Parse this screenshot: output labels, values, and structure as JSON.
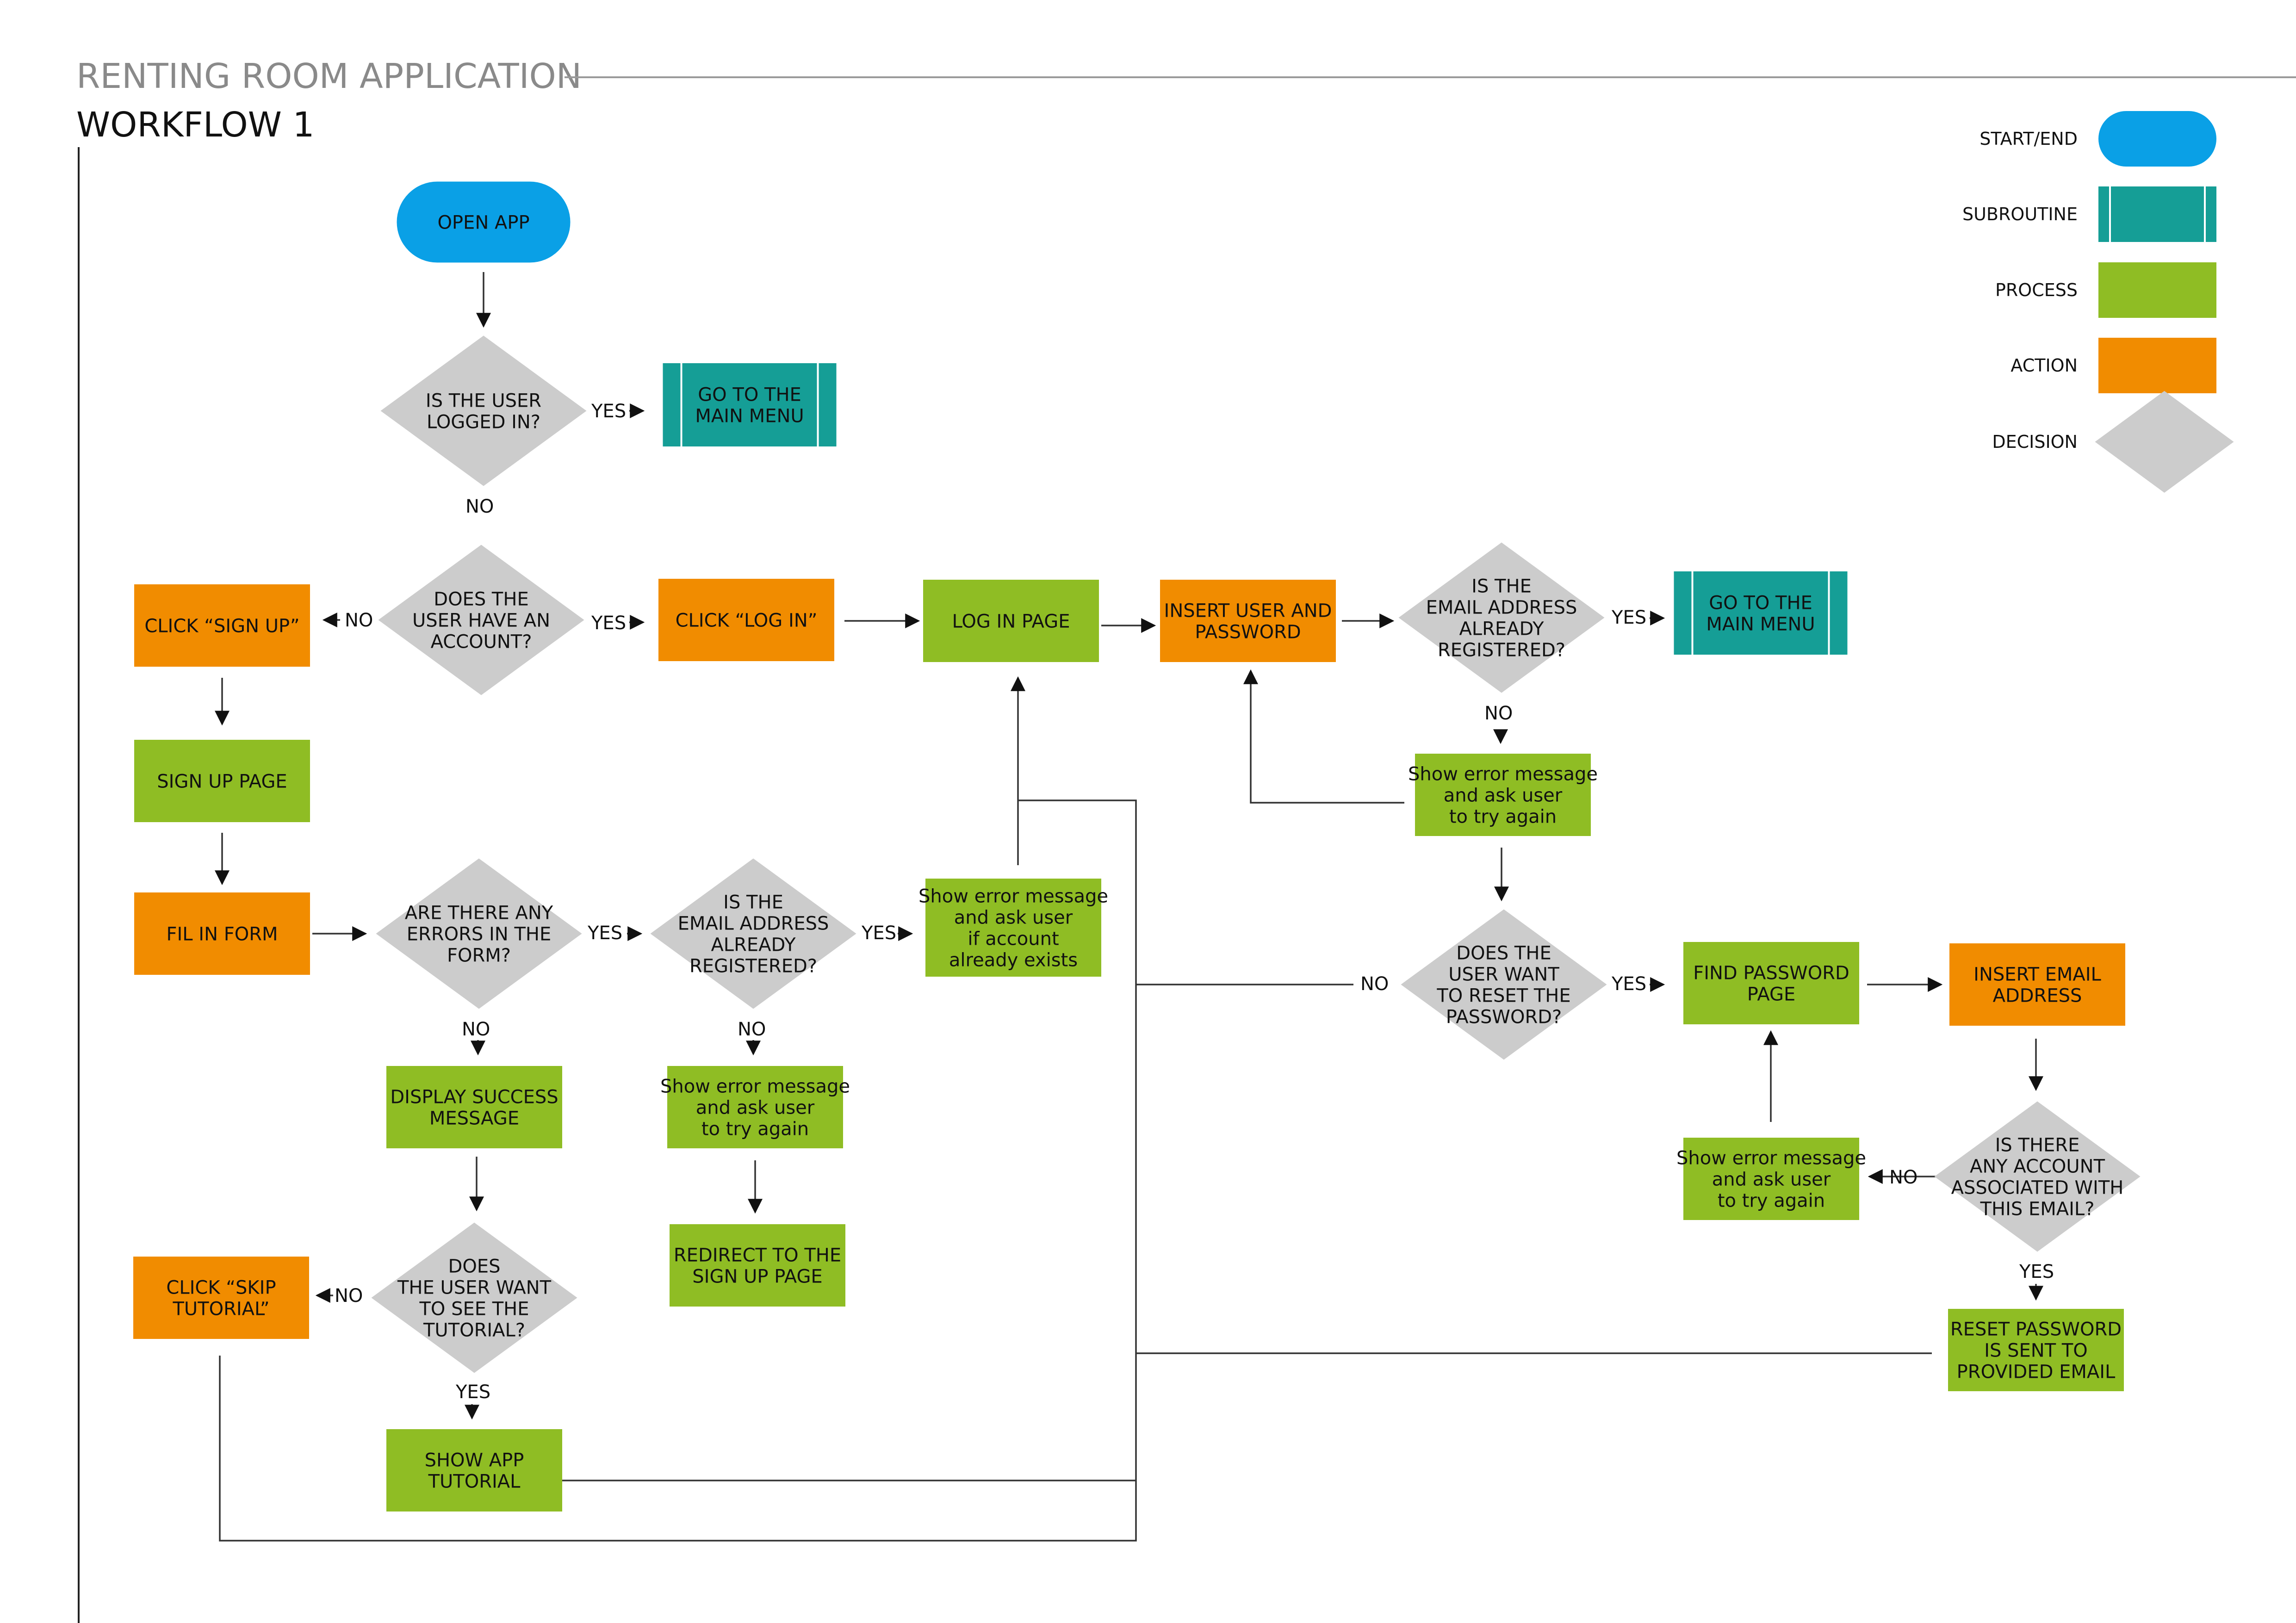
{
  "header": {
    "title": "RENTING ROOM APPLICATION",
    "subtitle": "WORKFLOW 1"
  },
  "colors": {
    "start_end": "#0aa0e6",
    "subroutine": "#159e96",
    "process": "#8fbd24",
    "action": "#f18c00",
    "decision": "#cccccc",
    "connector": "#222222"
  },
  "legend": [
    {
      "label": "START/END",
      "shape": "start_end"
    },
    {
      "label": "SUBROUTINE",
      "shape": "subroutine"
    },
    {
      "label": "PROCESS",
      "shape": "process"
    },
    {
      "label": "ACTION",
      "shape": "action"
    },
    {
      "label": "DECISION",
      "shape": "decision"
    }
  ],
  "nodes": {
    "open_app": {
      "type": "start_end",
      "lines": [
        "OPEN APP"
      ]
    },
    "is_logged_in": {
      "type": "decision",
      "lines": [
        "IS THE USER",
        "LOGGED IN?"
      ]
    },
    "goto_main_menu_1": {
      "type": "subroutine",
      "lines": [
        "GO TO THE",
        "MAIN MENU"
      ]
    },
    "has_account": {
      "type": "decision",
      "lines": [
        "DOES THE",
        "USER HAVE AN",
        "ACCOUNT?"
      ]
    },
    "click_sign_up": {
      "type": "action",
      "lines": [
        "CLICK “SIGN UP”"
      ]
    },
    "click_log_in": {
      "type": "action",
      "lines": [
        "CLICK “LOG IN”"
      ]
    },
    "log_in_page": {
      "type": "process",
      "lines": [
        "LOG IN PAGE"
      ]
    },
    "insert_user_password": {
      "type": "action",
      "lines": [
        "INSERT USER AND",
        "PASSWORD"
      ]
    },
    "email_registered_login": {
      "type": "decision",
      "lines": [
        "IS THE",
        "EMAIL ADDRESS",
        "ALREADY",
        "REGISTERED?"
      ]
    },
    "goto_main_menu_2": {
      "type": "subroutine",
      "lines": [
        "GO TO THE",
        "MAIN MENU"
      ]
    },
    "sign_up_page": {
      "type": "process",
      "lines": [
        "SIGN UP PAGE"
      ]
    },
    "fill_in_form": {
      "type": "action",
      "lines": [
        "FIL IN FORM"
      ]
    },
    "errors_in_form": {
      "type": "decision",
      "lines": [
        "ARE THERE ANY",
        "ERRORS IN THE",
        "FORM?"
      ]
    },
    "email_registered_signup": {
      "type": "decision",
      "lines": [
        "IS THE",
        "EMAIL ADDRESS",
        "ALREADY",
        "REGISTERED?"
      ]
    },
    "error_account_exists": {
      "type": "process",
      "lines": [
        "Show error message",
        "and ask user",
        "if account",
        "already exists"
      ]
    },
    "error_try_again_login": {
      "type": "process",
      "lines": [
        "Show error message",
        "and ask user",
        "to try again"
      ]
    },
    "reset_password_q": {
      "type": "decision",
      "lines": [
        "DOES THE",
        "USER WANT",
        "TO RESET THE",
        "PASSWORD?"
      ]
    },
    "find_password_page": {
      "type": "process",
      "lines": [
        "FIND PASSWORD",
        "PAGE"
      ]
    },
    "insert_email": {
      "type": "action",
      "lines": [
        "INSERT EMAIL",
        "ADDRESS"
      ]
    },
    "display_success": {
      "type": "process",
      "lines": [
        "DISPLAY SUCCESS",
        "MESSAGE"
      ]
    },
    "error_try_again_signup": {
      "type": "process",
      "lines": [
        "Show error message",
        "and ask user",
        "to try again"
      ]
    },
    "account_associated": {
      "type": "decision",
      "lines": [
        "IS THERE",
        "ANY ACCOUNT",
        "ASSOCIATED WITH",
        "THIS EMAIL?"
      ]
    },
    "error_try_again_reset": {
      "type": "process",
      "lines": [
        "Show error message",
        "and ask user",
        "to try again"
      ]
    },
    "see_tutorial": {
      "type": "decision",
      "lines": [
        "DOES",
        "THE USER WANT",
        "TO SEE THE",
        "TUTORIAL?"
      ]
    },
    "click_skip_tutorial": {
      "type": "action",
      "lines": [
        "CLICK “SKIP",
        "TUTORIAL”"
      ]
    },
    "redirect_signup": {
      "type": "process",
      "lines": [
        "REDIRECT TO THE",
        "SIGN UP PAGE"
      ]
    },
    "reset_password_sent": {
      "type": "process",
      "lines": [
        "RESET PASSWORD",
        "IS SENT TO",
        "PROVIDED EMAIL"
      ]
    },
    "show_tutorial": {
      "type": "process",
      "lines": [
        "SHOW APP",
        "TUTORIAL"
      ]
    }
  },
  "edge_labels": {
    "yes": "YES",
    "no": "NO"
  }
}
